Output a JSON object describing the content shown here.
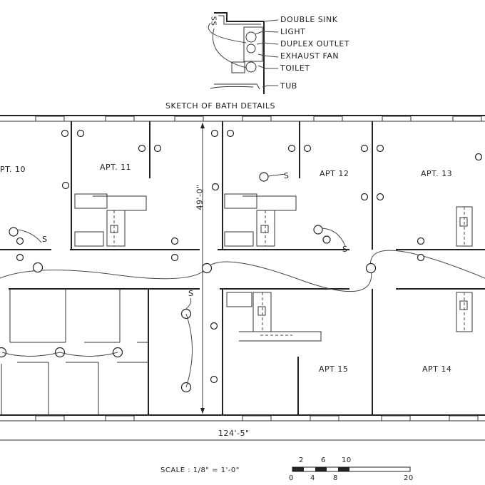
{
  "legend": {
    "title": "SKETCH OF BATH DETAILS",
    "items": [
      {
        "label": "DOUBLE SINK"
      },
      {
        "label": "LIGHT"
      },
      {
        "label": "DUPLEX OUTLET"
      },
      {
        "label": "EXHAUST FAN"
      },
      {
        "label": "TOILET"
      },
      {
        "label": "TUB"
      }
    ],
    "switch_label": "SS"
  },
  "apartments": [
    {
      "label": "PT. 10"
    },
    {
      "label": "APT. 11"
    },
    {
      "label": "APT 12"
    },
    {
      "label": "APT. 13"
    },
    {
      "label": "APT 15"
    },
    {
      "label": "APT 14"
    }
  ],
  "switches": {
    "s": "S"
  },
  "dimensions": {
    "height": "49'-0\"",
    "width": "124'-5\""
  },
  "scale": {
    "label": "SCALE : 1/8\" = 1'-0\"",
    "top_ticks": [
      "2",
      "6",
      "10"
    ],
    "bottom_ticks": [
      "0",
      "4",
      "8",
      "20"
    ]
  },
  "colors": {
    "ink": "#222222",
    "paper": "#ffffff"
  }
}
